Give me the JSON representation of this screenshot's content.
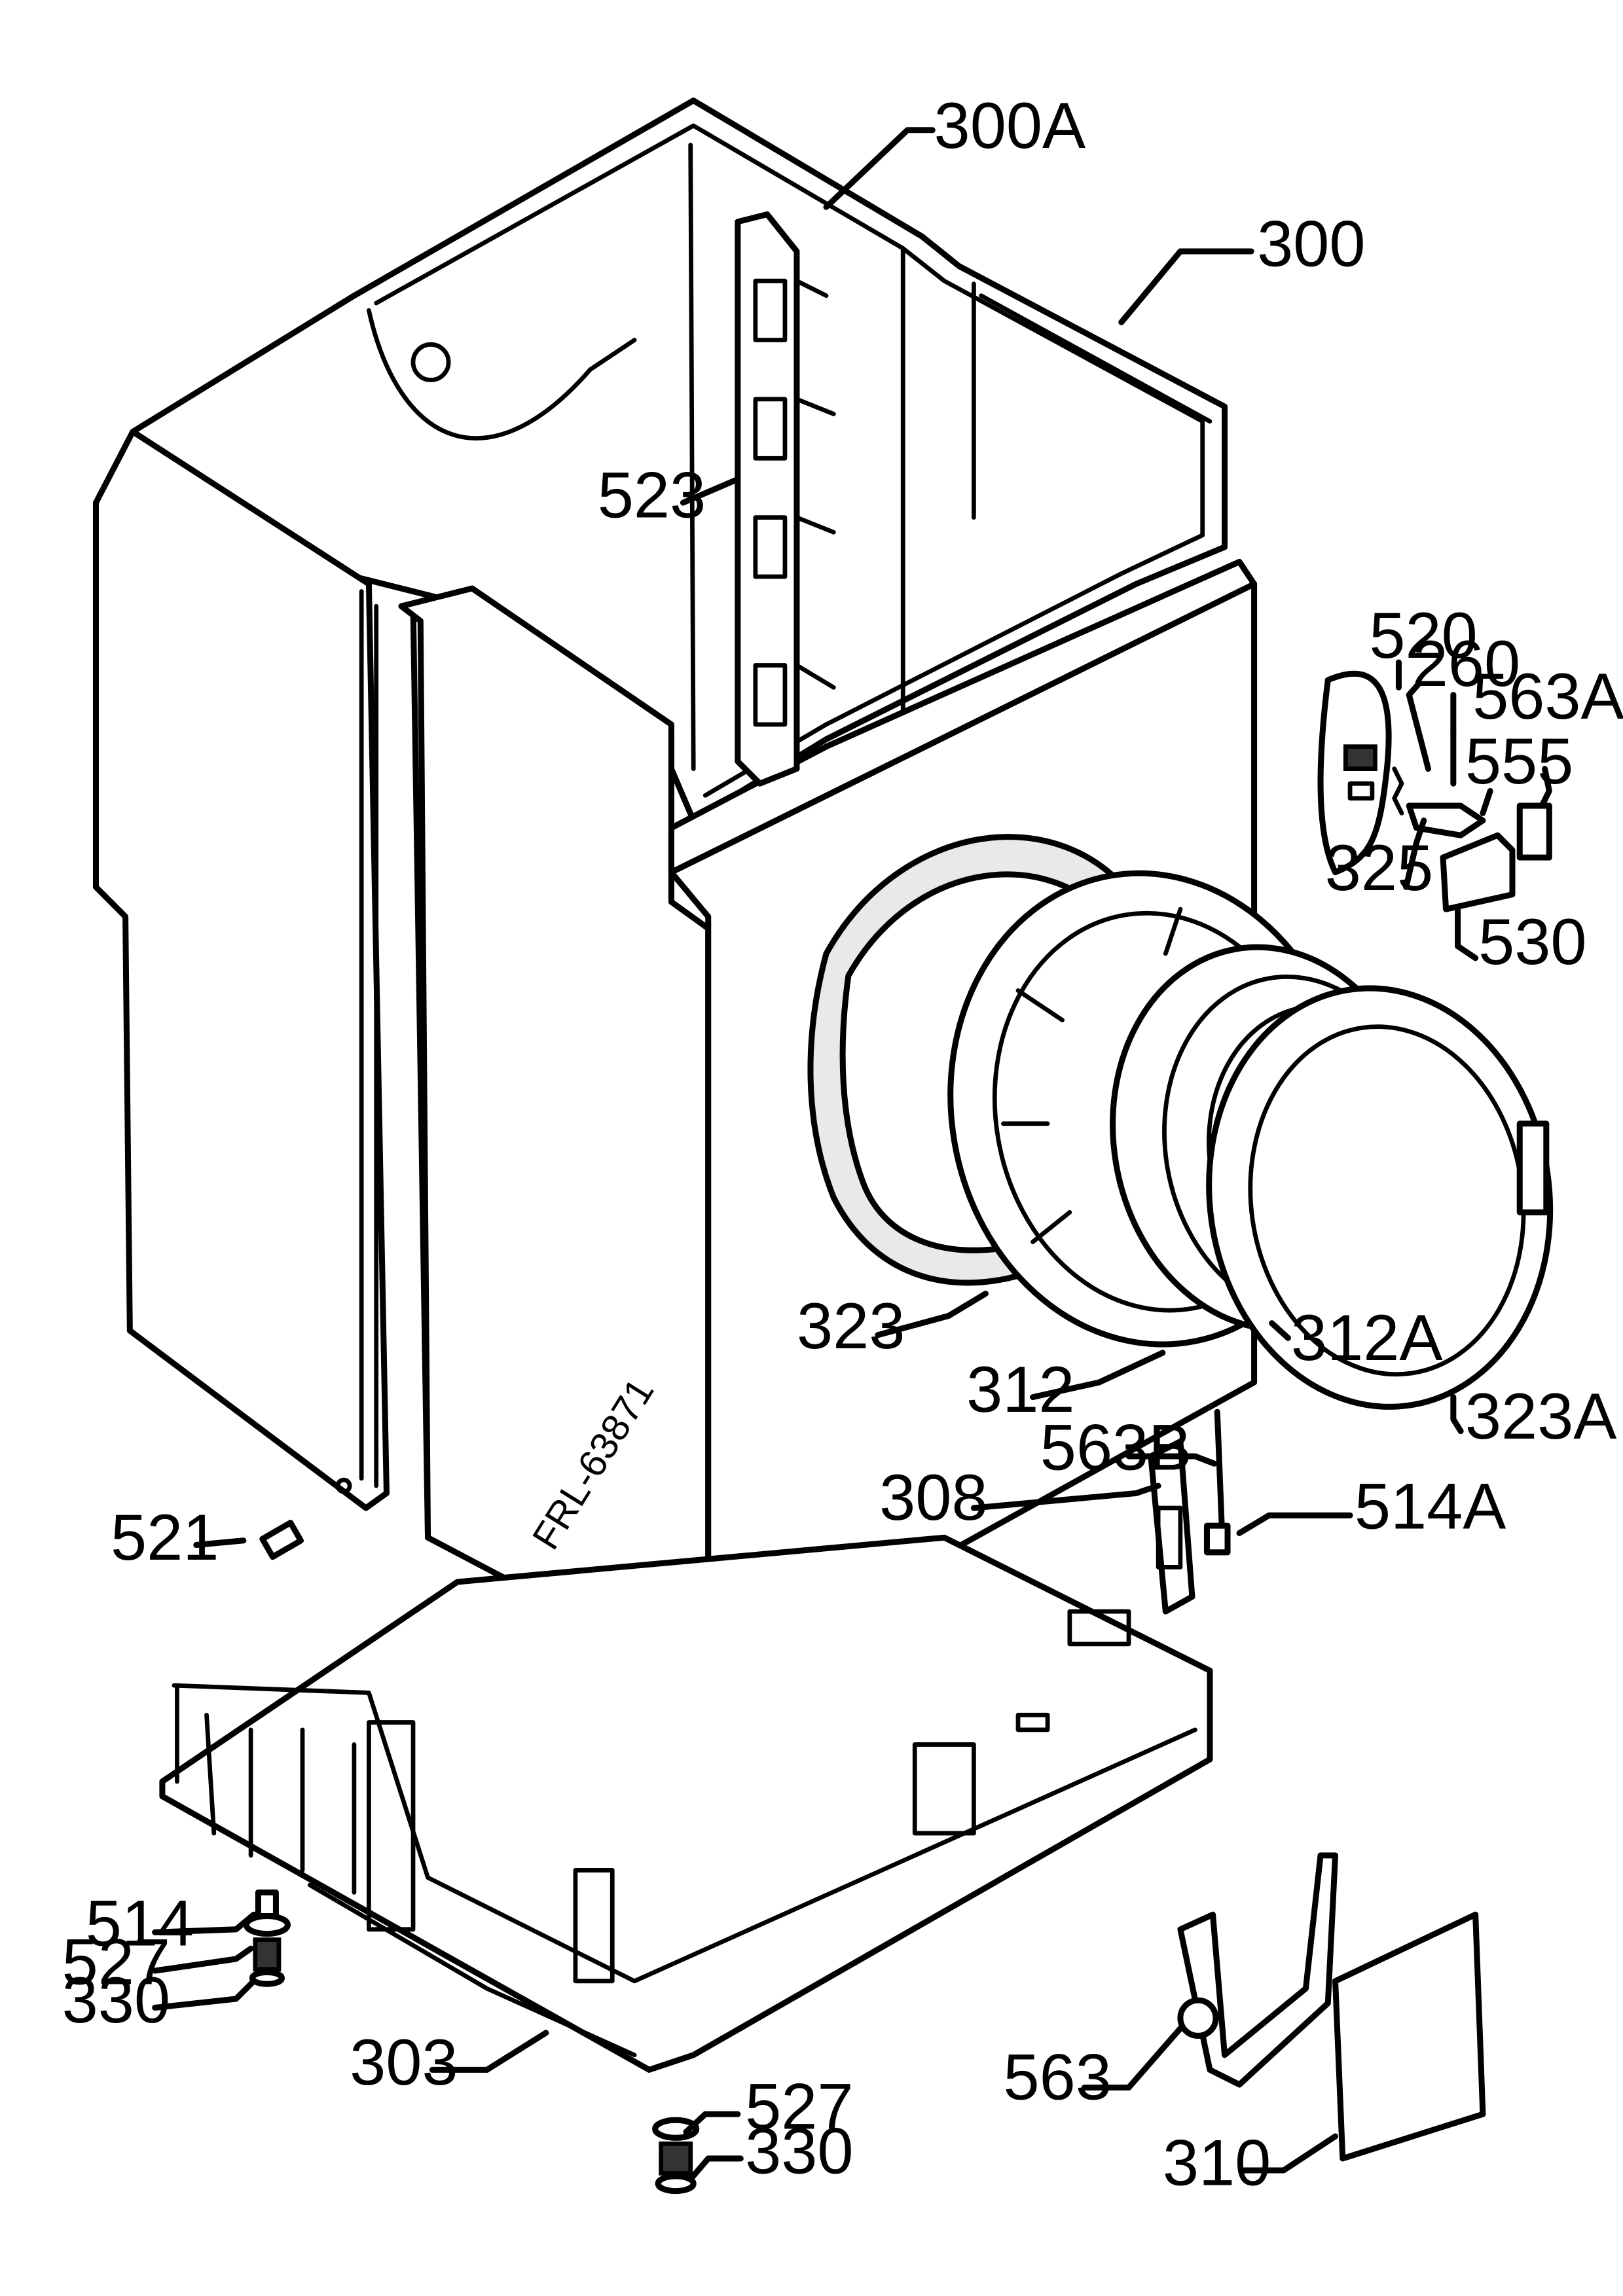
{
  "callouts": {
    "c300a": "300A",
    "c300": "300",
    "c523": "523",
    "c520": "520",
    "c260": "260",
    "c563a": "563A",
    "c555": "555",
    "c325": "325",
    "c530": "530",
    "c323": "323",
    "c312a": "312A",
    "c312": "312",
    "c323a": "323A",
    "c563b": "563B",
    "c308": "308",
    "c514a": "514A",
    "c521": "521",
    "c514": "514",
    "c527_left": "527",
    "c330_left": "330",
    "c303": "303",
    "c527_bottom": "527",
    "c330_bottom": "330",
    "c563": "563",
    "c310": "310"
  },
  "drawing_code": "FRL-63871"
}
